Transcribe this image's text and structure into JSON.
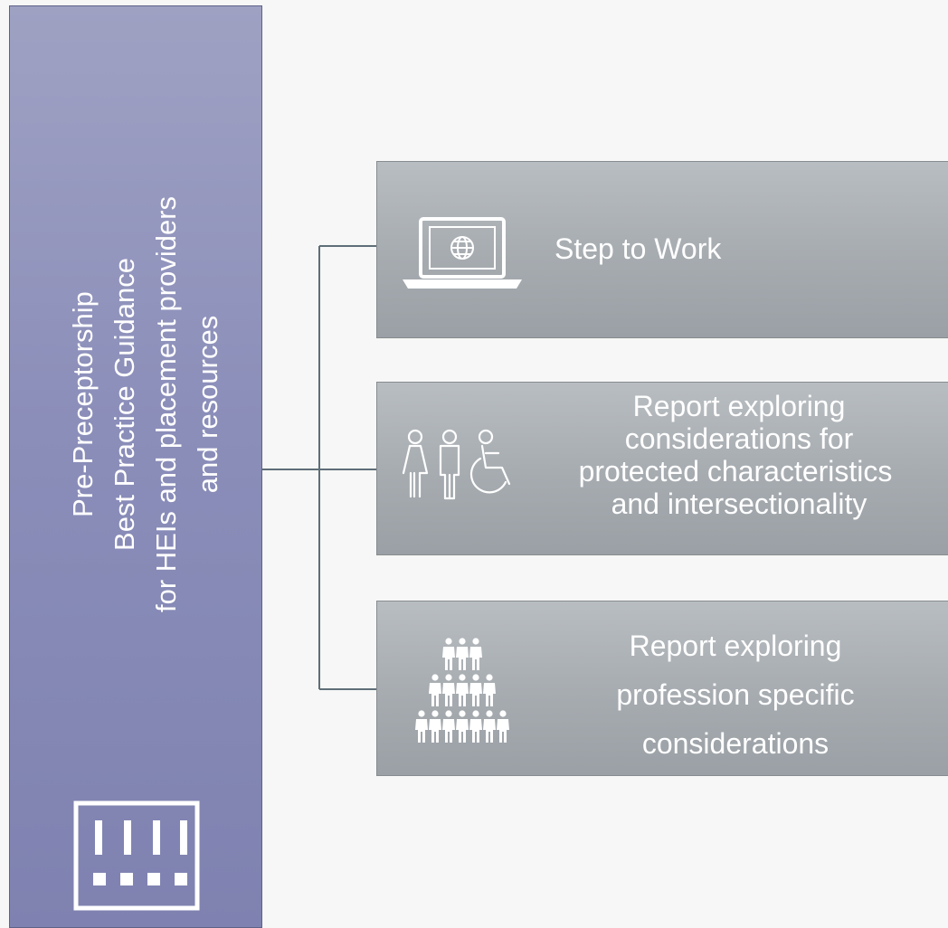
{
  "sidebar": {
    "lines": [
      "Pre-Preceptorship",
      "Best Practice Guidance",
      "for HEIs and placement providers",
      "and resources"
    ],
    "icon": "keypad-grid-icon"
  },
  "cards": [
    {
      "icon": "laptop-globe-icon",
      "lines": [
        "Step to Work"
      ]
    },
    {
      "icon": "people-wheelchair-icon",
      "lines": [
        "Report exploring",
        "considerations for",
        "protected characteristics",
        "and intersectionality"
      ]
    },
    {
      "icon": "people-group-pyramid-icon",
      "lines": [
        "Report exploring",
        "profession specific",
        "considerations"
      ]
    }
  ],
  "colors": {
    "background": "#f6f7f6",
    "sidebar": "#8b8eb9",
    "card": "#a6abb0",
    "connector": "#5f6e78",
    "text": "#ffffff"
  }
}
